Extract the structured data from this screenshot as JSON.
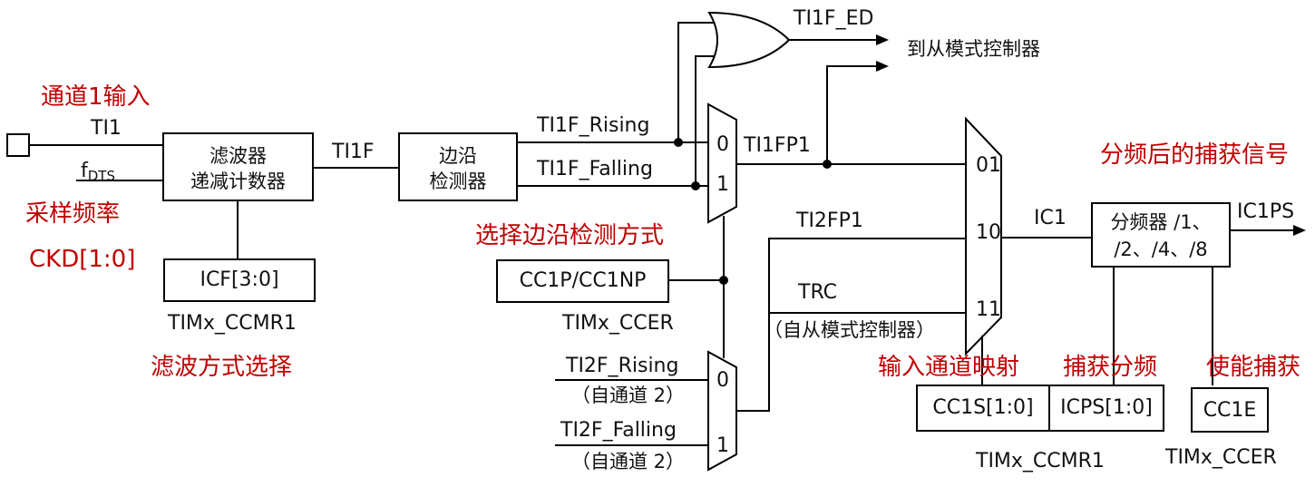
{
  "labels": {
    "ti1f_ed": "TI1F_ED",
    "to_slave": "到从模式控制器",
    "ti1": "TI1",
    "fdts_f": "f",
    "fdts_sub": "DTS",
    "ti1f": "TI1F",
    "ti1f_rising": "TI1F_Rising",
    "ti1f_falling": "TI1F_Falling",
    "mux_a_0": "0",
    "mux_a_1": "1",
    "ti1fp1": "TI1FP1",
    "ti2fp1": "TI2FP1",
    "trc": "TRC",
    "trc_note": "（自从模式控制器）",
    "ic1": "IC1",
    "ic1ps": "IC1PS",
    "ti2f_rising": "TI2F_Rising",
    "ti2f_falling": "TI2F_Falling",
    "from_ch2_a": "（自通道 2）",
    "from_ch2_b": "（自通道 2）",
    "mux_b_0": "0",
    "mux_b_1": "1",
    "map_01": "01",
    "map_10": "10",
    "map_11": "11",
    "timx_ccmr1_a": "TIMx_CCMR1",
    "timx_ccer_a": "TIMx_CCER",
    "timx_ccmr1_b": "TIMx_CCMR1",
    "timx_ccer_b": "TIMx_CCER"
  },
  "blocks": {
    "filter_line1": "滤波器",
    "filter_line2": "递减计数器",
    "edge_line1": "边沿",
    "edge_line2": "检测器",
    "icf": "ICF[3:0]",
    "cc1p": "CC1P/CC1NP",
    "prescaler_line1": "分频器 /1、",
    "prescaler_line2": "/2、/4、/8",
    "cc1s": "CC1S[1:0]",
    "icps": "ICPS[1:0]",
    "cc1e": "CC1E"
  },
  "annotations": {
    "ch1_input": "通道1输入",
    "sample_freq": "采样频率",
    "ckd": "CKD[1:0]",
    "filter_select": "滤波方式选择",
    "edge_select": "选择边沿检测方式",
    "prescaled_capture": "分频后的捕获信号",
    "input_map": "输入通道映射",
    "capture_prescale": "捕获分频",
    "enable_capture": "使能捕获"
  }
}
